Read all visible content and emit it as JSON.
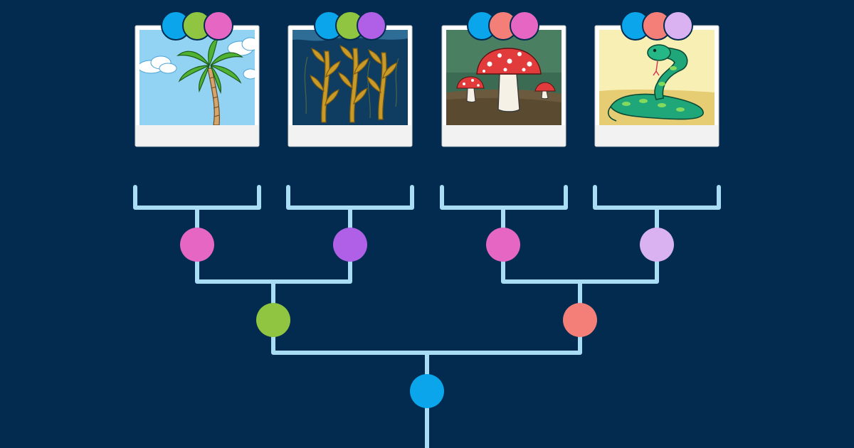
{
  "theme": {
    "background": "#022b4f",
    "line": "#a9dcf5",
    "card_face": "#ffffff",
    "card_strip": "#f2f2f2",
    "card_border": "#c7c7c7"
  },
  "trait_colors": {
    "blue": "#0aa5ea",
    "green": "#8fc540",
    "pink": "#e667c3",
    "purple": "#b060e6",
    "salmon": "#f47f78",
    "lavender": "#dab2f2"
  },
  "organisms": [
    {
      "name": "palm-tree",
      "traits": [
        "blue",
        "green",
        "pink"
      ]
    },
    {
      "name": "seaweed",
      "traits": [
        "blue",
        "green",
        "purple"
      ]
    },
    {
      "name": "mushroom",
      "traits": [
        "blue",
        "salmon",
        "pink"
      ]
    },
    {
      "name": "snake",
      "traits": [
        "blue",
        "salmon",
        "lavender"
      ]
    }
  ],
  "nodes": {
    "leaf_pairs": [
      "pink",
      "purple",
      "pink",
      "lavender"
    ],
    "middle": [
      "green",
      "salmon"
    ],
    "root": "blue"
  }
}
